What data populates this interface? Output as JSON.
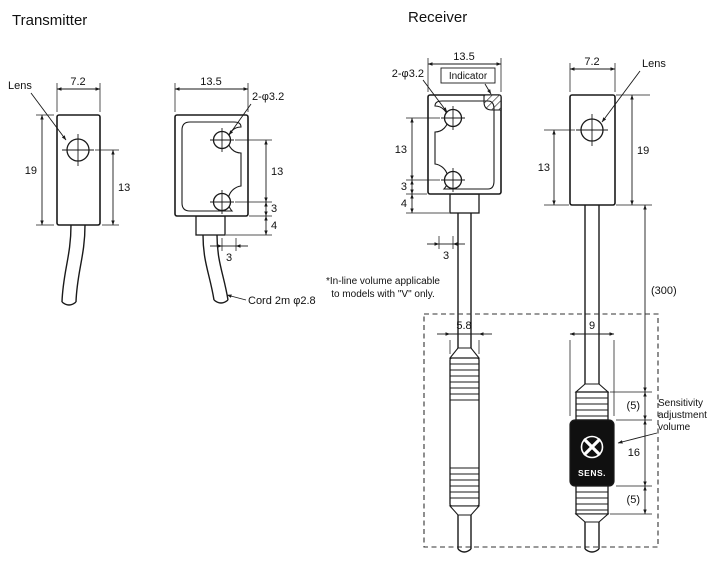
{
  "titles": {
    "transmitter": "Transmitter",
    "receiver": "Receiver"
  },
  "transmitter_front": {
    "width": "7.2",
    "lens": "Lens",
    "height": "19",
    "lens_to_bottom": "13"
  },
  "transmitter_side": {
    "width": "13.5",
    "holes": "2-φ3.2",
    "hole_pitch": "13",
    "edge_3": "3",
    "edge_4": "4",
    "bottom_3": "3",
    "cord": "Cord 2m φ2.8"
  },
  "receiver_side": {
    "width": "13.5",
    "holes": "2-φ3.2",
    "indicator": "Indicator",
    "hole_pitch": "13",
    "edge_3": "3",
    "edge_4": "4",
    "bottom_3": "3"
  },
  "receiver_front": {
    "width": "7.2",
    "lens": "Lens",
    "lens_to_bottom": "13",
    "height": "19",
    "cable_length": "(300)"
  },
  "inline_volume": {
    "note_line1": "*In-line volume applicable",
    "note_line2": "to models with \"V\" only.",
    "plain_width": "5.8",
    "volume_width": "9",
    "top_offset": "(5)",
    "body_height": "16",
    "bottom_offset": "(5)",
    "sens": "SENS.",
    "label_line1": "Sensitivity",
    "label_line2": "adjustment",
    "label_line3": "volume"
  }
}
